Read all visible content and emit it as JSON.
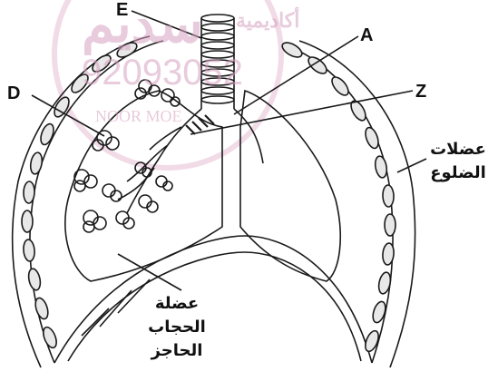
{
  "labels": {
    "E": "E",
    "A": "A",
    "D": "D",
    "Z": "Z",
    "rib_muscles": [
      "عضلات",
      "الضلوع"
    ],
    "diaphragm": [
      "عضلة",
      "الحجاب",
      "الحاجز"
    ]
  },
  "watermark": {
    "brand": "سديم",
    "academy": "أكاديمية",
    "phone": "92093052",
    "name": "NOOR MOE"
  },
  "colors": {
    "line": "#1a1a1a",
    "watermark": "#d6a1c0",
    "bone_fill": "#e8e8e8"
  }
}
